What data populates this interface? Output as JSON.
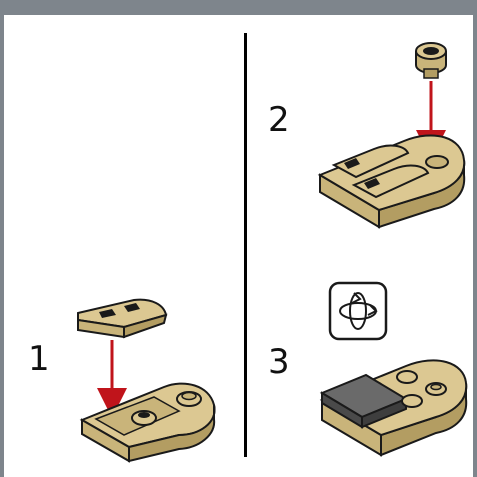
{
  "steps": [
    {
      "number": "1"
    },
    {
      "number": "2"
    },
    {
      "number": "3"
    }
  ],
  "icons": {
    "rotate": "rotate-model-icon",
    "arrow": "down-arrow-icon"
  },
  "colors": {
    "frame": "#7e858c",
    "tan": "#dcc892",
    "tan_side": "#c9b47a",
    "tan_dark": "#b39d62",
    "arrow": "#c0141b",
    "dark_tile": "#5c5c5c",
    "outline": "#1a1a1a"
  }
}
